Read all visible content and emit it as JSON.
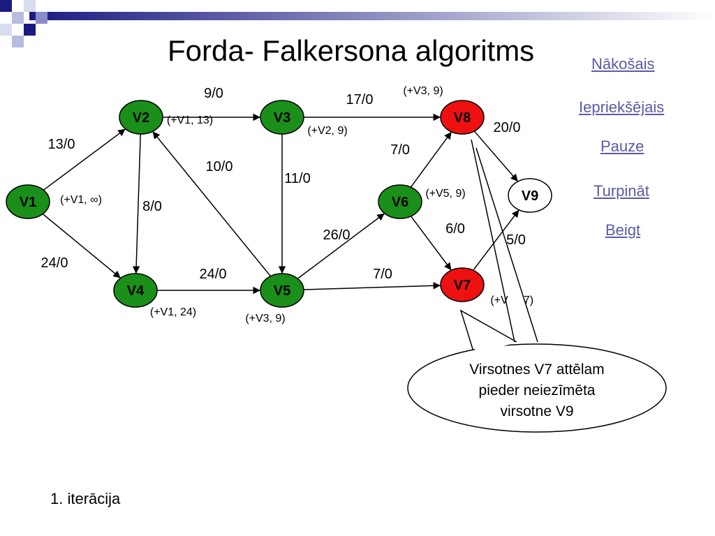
{
  "title": "Forda- Falkersona algoritms",
  "nav": {
    "next": "Nākošais",
    "prev": "Iepriekšējais",
    "pause": "Pauze ",
    "continue": "Turpināt ",
    "end": "Beigt"
  },
  "iteration": "1. iterācija",
  "colors": {
    "node_green": "#1a8f1a",
    "node_red": "#ee1111",
    "node_white": "#ffffff",
    "header_blue": "#1a1a80"
  },
  "nodes": [
    {
      "id": "V1",
      "label": "V1",
      "color": "green"
    },
    {
      "id": "V2",
      "label": "V2",
      "color": "green"
    },
    {
      "id": "V3",
      "label": "V3",
      "color": "green"
    },
    {
      "id": "V4",
      "label": "V4",
      "color": "green"
    },
    {
      "id": "V5",
      "label": "V5",
      "color": "green"
    },
    {
      "id": "V6",
      "label": "V6",
      "color": "green"
    },
    {
      "id": "V7",
      "label": "V7",
      "color": "red"
    },
    {
      "id": "V8",
      "label": "V8",
      "color": "red"
    },
    {
      "id": "V9",
      "label": "V9",
      "color": "white"
    }
  ],
  "edges": [
    {
      "from": "V1",
      "to": "V2",
      "label": "13/0"
    },
    {
      "from": "V1",
      "to": "V4",
      "label": "24/0"
    },
    {
      "from": "V2",
      "to": "V3",
      "label": "9/0"
    },
    {
      "from": "V2",
      "to": "V4",
      "label": "8/0"
    },
    {
      "from": "V5",
      "to": "V2",
      "label": "10/0"
    },
    {
      "from": "V3",
      "to": "V8",
      "label": "17/0"
    },
    {
      "from": "V3",
      "to": "V5",
      "label": "11/0"
    },
    {
      "from": "V4",
      "to": "V5",
      "label": "24/0"
    },
    {
      "from": "V5",
      "to": "V6",
      "label": "26/0"
    },
    {
      "from": "V5",
      "to": "V7",
      "label": "7/0"
    },
    {
      "from": "V6",
      "to": "V8",
      "label": "7/0"
    },
    {
      "from": "V6",
      "to": "V7",
      "label": "6/0"
    },
    {
      "from": "V8",
      "to": "V9",
      "label": "20/0"
    },
    {
      "from": "V7",
      "to": "V9",
      "label": "5/0"
    }
  ],
  "node_marks": {
    "V1": "(+V1, ∞)",
    "V2": "(+V1, 13)",
    "V3": "(+V2, 9)",
    "V4": "(+V1, 24)",
    "V5": "(+V3, 9)",
    "V6": "(+V5, 9)",
    "V7": "(+V",
    "V7b": "7)",
    "V8": "(+V3, 9)"
  },
  "callout": {
    "lines": [
      "Virsotnes V7 attēlam",
      "pieder neiezīmēta",
      "virsotne V9"
    ]
  }
}
